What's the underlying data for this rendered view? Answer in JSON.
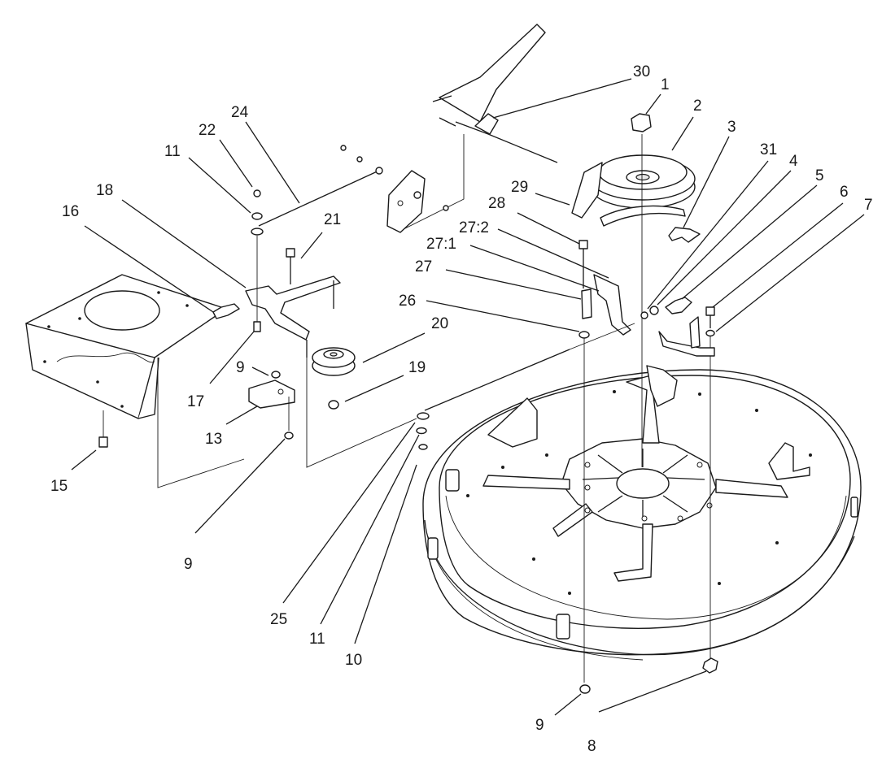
{
  "callouts": [
    {
      "id": "1",
      "text": "1"
    },
    {
      "id": "2",
      "text": "2"
    },
    {
      "id": "3",
      "text": "3"
    },
    {
      "id": "4",
      "text": "4"
    },
    {
      "id": "5",
      "text": "5"
    },
    {
      "id": "6",
      "text": "6"
    },
    {
      "id": "7",
      "text": "7"
    },
    {
      "id": "8",
      "text": "8"
    },
    {
      "id": "9a",
      "text": "9"
    },
    {
      "id": "9b",
      "text": "9"
    },
    {
      "id": "9c",
      "text": "9"
    },
    {
      "id": "10",
      "text": "10"
    },
    {
      "id": "11a",
      "text": "11"
    },
    {
      "id": "11b",
      "text": "11"
    },
    {
      "id": "13",
      "text": "13"
    },
    {
      "id": "15",
      "text": "15"
    },
    {
      "id": "16",
      "text": "16"
    },
    {
      "id": "17",
      "text": "17"
    },
    {
      "id": "18",
      "text": "18"
    },
    {
      "id": "19",
      "text": "19"
    },
    {
      "id": "20",
      "text": "20"
    },
    {
      "id": "21",
      "text": "21"
    },
    {
      "id": "22",
      "text": "22"
    },
    {
      "id": "24",
      "text": "24"
    },
    {
      "id": "25",
      "text": "25"
    },
    {
      "id": "26",
      "text": "26"
    },
    {
      "id": "27",
      "text": "27"
    },
    {
      "id": "27-1",
      "text": "27:1"
    },
    {
      "id": "27-2",
      "text": "27:2"
    },
    {
      "id": "28",
      "text": "28"
    },
    {
      "id": "29",
      "text": "29"
    },
    {
      "id": "30",
      "text": "30"
    },
    {
      "id": "31",
      "text": "31"
    }
  ]
}
